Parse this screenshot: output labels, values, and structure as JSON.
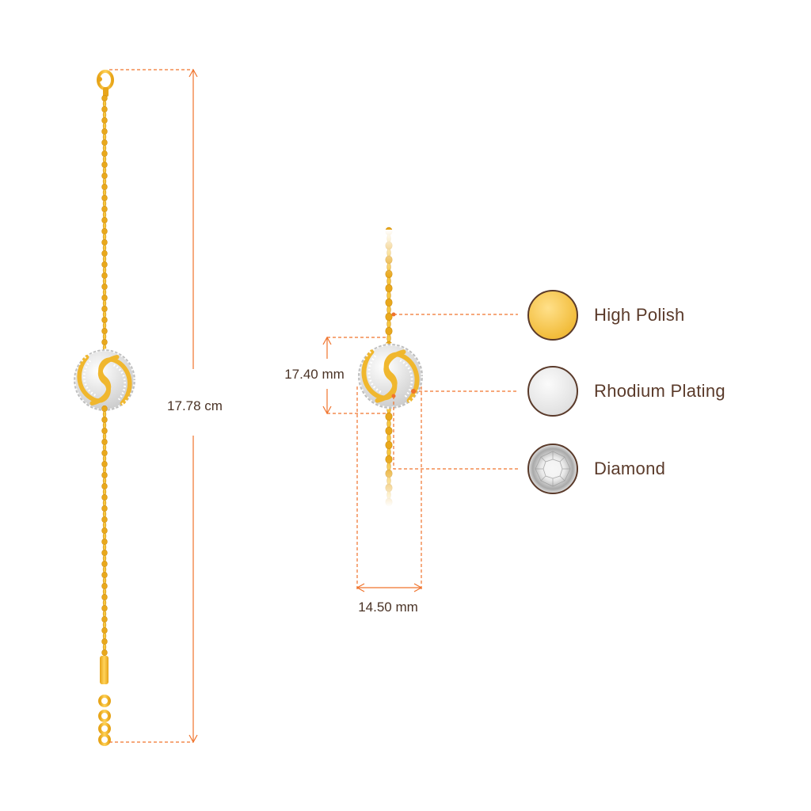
{
  "colors": {
    "gold": "#f2bd2f",
    "gold_dark": "#d79a14",
    "rhodium": "#e6e6e6",
    "dimension_line": "#f0732c",
    "text": "#4a3326",
    "swatch_border": "#5a3a2a"
  },
  "dimensions": {
    "length": "17.78 cm",
    "height": "17.40 mm",
    "width": "14.50 mm"
  },
  "legend": [
    {
      "label": "High Polish",
      "icon": "gold-swatch-icon",
      "color": "#f6c95a"
    },
    {
      "label": "Rhodium Plating",
      "icon": "rhodium-swatch-icon",
      "color": "#e4e4e4"
    },
    {
      "label": "Diamond",
      "icon": "diamond-swatch-icon",
      "color": "#d8d8d8"
    }
  ]
}
